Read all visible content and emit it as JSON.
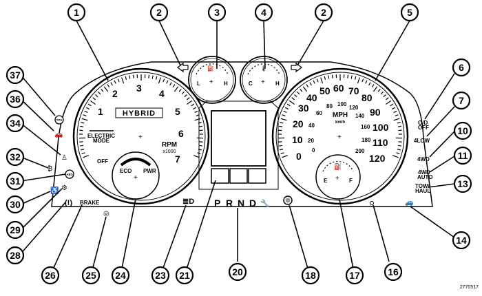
{
  "figure_id": "2770517",
  "callouts": [
    {
      "id": "1",
      "label": "1"
    },
    {
      "id": "2a",
      "label": "2"
    },
    {
      "id": "3",
      "label": "3"
    },
    {
      "id": "4",
      "label": "4"
    },
    {
      "id": "2b",
      "label": "2"
    },
    {
      "id": "5",
      "label": "5"
    },
    {
      "id": "6",
      "label": "6"
    },
    {
      "id": "7",
      "label": "7"
    },
    {
      "id": "10",
      "label": "10"
    },
    {
      "id": "11",
      "label": "11"
    },
    {
      "id": "13",
      "label": "13"
    },
    {
      "id": "14",
      "label": "14"
    },
    {
      "id": "16",
      "label": "16"
    },
    {
      "id": "17",
      "label": "17"
    },
    {
      "id": "18",
      "label": "18"
    },
    {
      "id": "20",
      "label": "20"
    },
    {
      "id": "21",
      "label": "21"
    },
    {
      "id": "23",
      "label": "23"
    },
    {
      "id": "24",
      "label": "24"
    },
    {
      "id": "25",
      "label": "25"
    },
    {
      "id": "26",
      "label": "26"
    },
    {
      "id": "28",
      "label": "28"
    },
    {
      "id": "29",
      "label": "29"
    },
    {
      "id": "30",
      "label": "30"
    },
    {
      "id": "31",
      "label": "31"
    },
    {
      "id": "32",
      "label": "32"
    },
    {
      "id": "34",
      "label": "34"
    },
    {
      "id": "36",
      "label": "36"
    },
    {
      "id": "37",
      "label": "37"
    }
  ],
  "tachometer": {
    "numbers": [
      "1",
      "2",
      "3",
      "4",
      "5",
      "6",
      "7"
    ],
    "brand": "HYBRID",
    "mode_line1": "ELECTRIC",
    "mode_line2": "MODE",
    "off_label": "OFF",
    "unit": "RPM",
    "unit_sub": "x1000",
    "eco_label": "ECO",
    "pwr_label": "PWR"
  },
  "oil_gauge": {
    "left": "L",
    "right": "H"
  },
  "temp_gauge": {
    "left": "C",
    "right": "H"
  },
  "speedometer": {
    "mph_numbers": [
      "0",
      "10",
      "20",
      "30",
      "40",
      "50",
      "60",
      "70",
      "80",
      "90",
      "100",
      "110",
      "120"
    ],
    "kmh_numbers": [
      "0",
      "20",
      "40",
      "60",
      "80",
      "100",
      "120",
      "140",
      "160",
      "180",
      "200"
    ],
    "unit": "MPH",
    "unit_sub": "km/h"
  },
  "fuel_gauge": {
    "left": "E",
    "right": "F"
  },
  "gear_indicator": {
    "p": "P",
    "r": "R",
    "n": "N",
    "d": "D"
  },
  "indicators": {
    "brake": "BRAKE",
    "od_off_line1": "O/D",
    "od_off_line2": "OFF",
    "four_low": "4LOW",
    "four_wd": "4WD",
    "four_wd_auto_line1": "4WD",
    "four_wd_auto_line2": "AUTO",
    "tow_line1": "TOW/",
    "tow_line2": "HAUL",
    "abs": "ABS",
    "tps": "TPS"
  }
}
